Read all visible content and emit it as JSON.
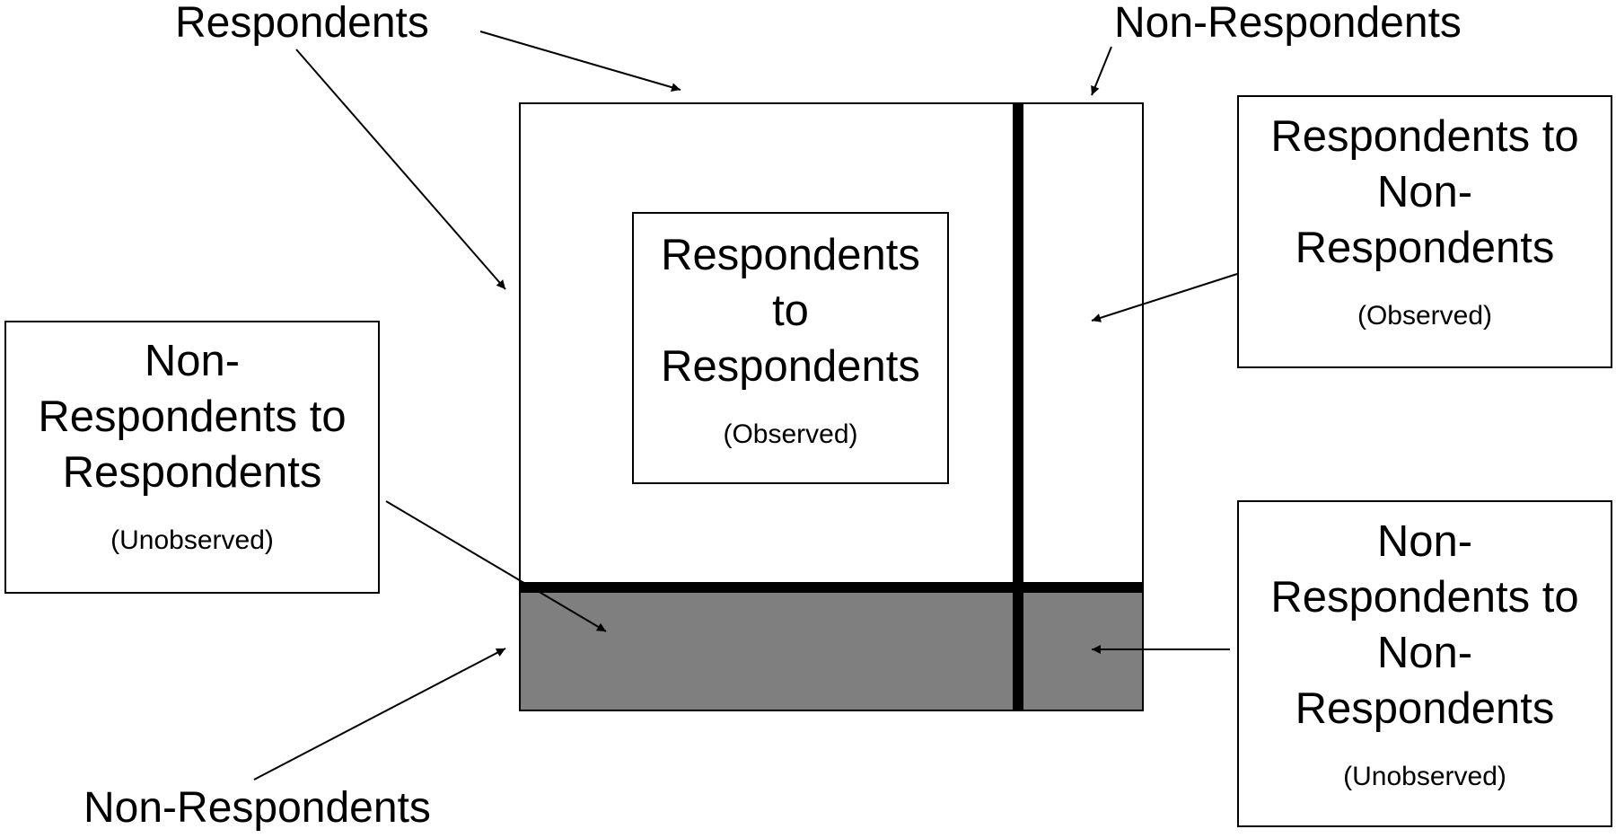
{
  "labels": {
    "respondents_top": "Respondents",
    "non_respondents_top": "Non-Respondents",
    "non_respondents_bottom": "Non-Respondents"
  },
  "boxes": {
    "center": {
      "lines": [
        "Respondents",
        "to",
        "Respondents"
      ],
      "status": "(Observed)"
    },
    "top_right": {
      "lines": [
        "Respondents to",
        "Non-",
        "Respondents"
      ],
      "status": "(Observed)"
    },
    "left": {
      "lines": [
        "Non-",
        "Respondents to",
        "Respondents"
      ],
      "status": "(Unobserved)"
    },
    "bottom_right": {
      "lines": [
        "Non-",
        "Respondents to",
        "Non-",
        "Respondents"
      ],
      "status": "(Unobserved)"
    }
  },
  "colors": {
    "unobserved_fill": "#7f7f7f",
    "line": "#000000"
  }
}
